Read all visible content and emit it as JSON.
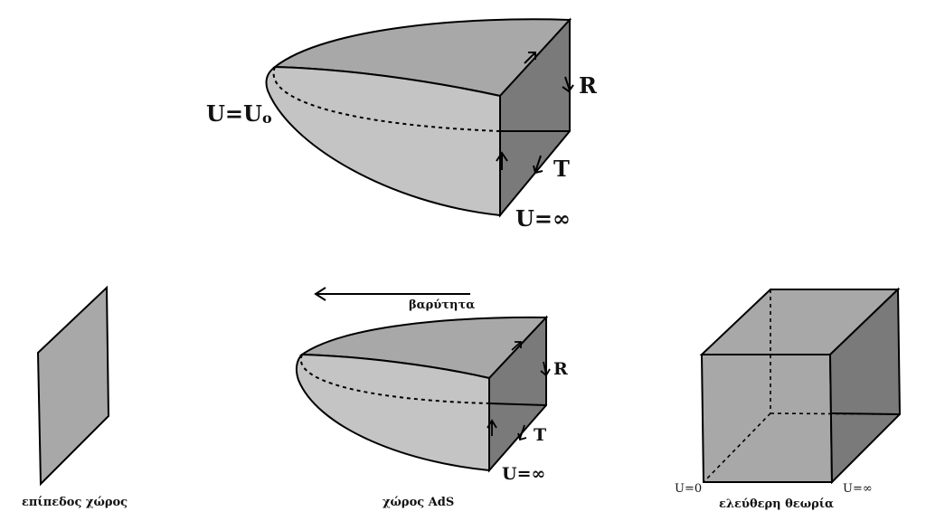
{
  "top_diagram": {
    "label_u0": "U=U",
    "label_u0_sub": "o",
    "label_r": "R",
    "label_t": "T",
    "label_uinf": "U=∞"
  },
  "flat_space": {
    "caption": "επίπεδος χώρος"
  },
  "ads_space": {
    "arrow_label": "βαρύτητα",
    "label_r": "R",
    "label_t": "T",
    "label_uinf": "U=∞",
    "caption": "χώρος AdS"
  },
  "free_theory": {
    "label_u0": "U=0",
    "label_uinf": "U=∞",
    "caption": "ελεύθερη θεωρία"
  },
  "colors": {
    "light_face": "#c4c4c4",
    "mid_face": "#a8a8a8",
    "dark_face": "#7a7a7a",
    "stroke": "#000000"
  }
}
